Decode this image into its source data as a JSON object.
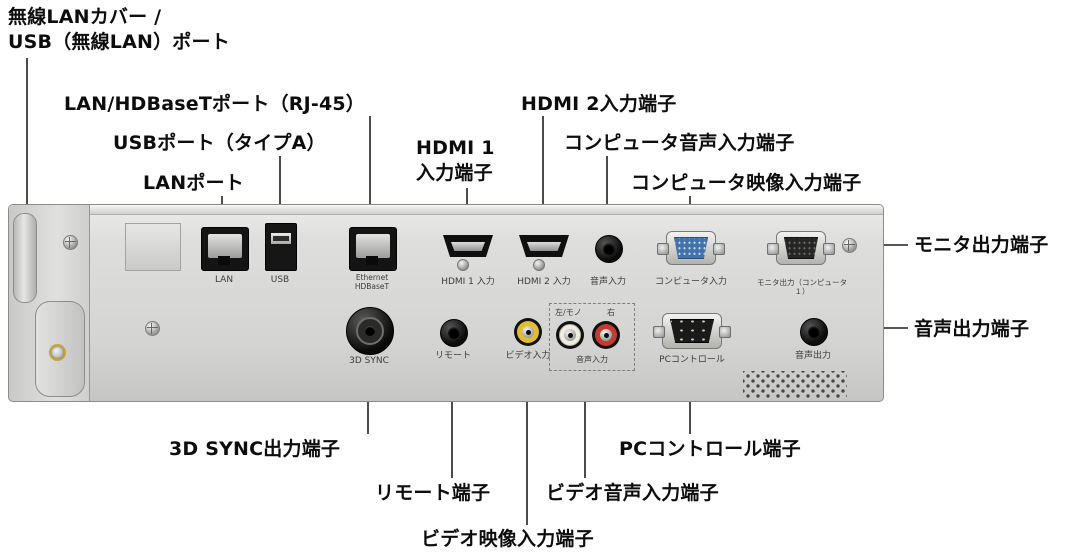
{
  "callouts": {
    "wireless_lan_cover": "無線LANカバー /\nUSB（無線LAN）ポート",
    "lan_hdbaset_port": "LAN/HDBaseTポート（RJ-45）",
    "usb_port_type_a": "USBポート（タイプA）",
    "lan_port": "LANポート",
    "hdmi1_input": "HDMI 1\n入力端子",
    "hdmi2_input": "HDMI 2入力端子",
    "computer_audio_input": "コンピュータ音声入力端子",
    "computer_video_input": "コンピュータ映像入力端子",
    "monitor_output": "モニタ出力端子",
    "audio_output": "音声出力端子",
    "sync3d_output": "3D SYNC出力端子",
    "remote_terminal": "リモート端子",
    "video_input": "ビデオ映像入力端子",
    "video_audio_input": "ビデオ音声入力端子",
    "pc_control": "PCコントロール端子"
  },
  "panel_labels": {
    "lan": "LAN",
    "usb": "USB",
    "ethernet_hdbaset": "Ethernet\nHDBaseT",
    "hdmi1": "HDMI 1 入力",
    "hdmi2": "HDMI 2 入力",
    "audio_in": "音声入力",
    "computer_in": "コンピュータ入力",
    "monitor_out": "モニタ出力（コンピュータ１）",
    "sync3d": "3D SYNC",
    "remote": "リモート",
    "video_in": "ビデオ入力",
    "rca_left": "左/モノ",
    "rca_right": "右",
    "rca_group": "音声入力",
    "pc_control": "PCコントロール",
    "audio_out": "音声出力"
  },
  "colors": {
    "background": "#ffffff",
    "panel": "#d6d6d4",
    "text": "#0d0d0d",
    "leader_line": "#1f1f1f",
    "vga_blue": "#4472aa",
    "rca_yellow": "#e2be2e",
    "rca_red": "#c23a30",
    "rca_white": "#efece4"
  }
}
